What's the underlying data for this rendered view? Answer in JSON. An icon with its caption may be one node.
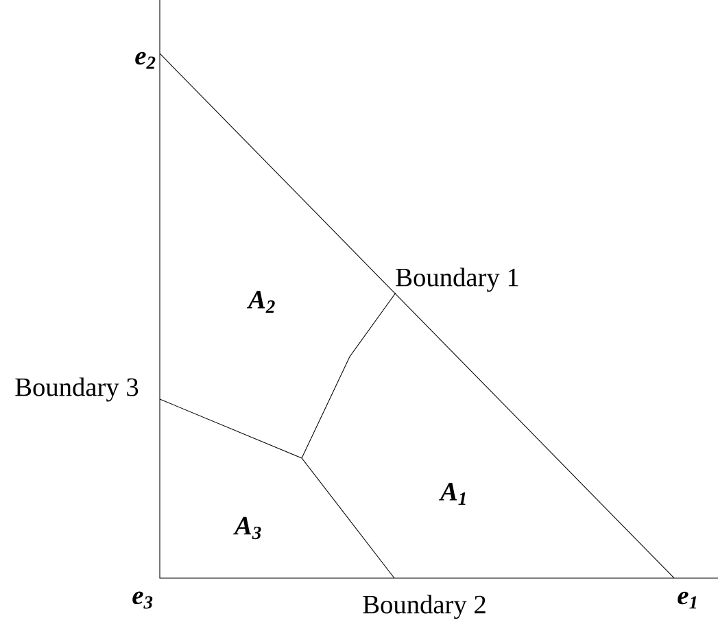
{
  "diagram": {
    "labels": [
      "e$_{2}$",
      "Boundary 1",
      "A$_{2}$",
      "Boundary 3",
      "A$_{1}$",
      "A$_{3}$",
      "e$_{3}$",
      "Boundary 2",
      "e$_{1}$"
    ]
  }
}
